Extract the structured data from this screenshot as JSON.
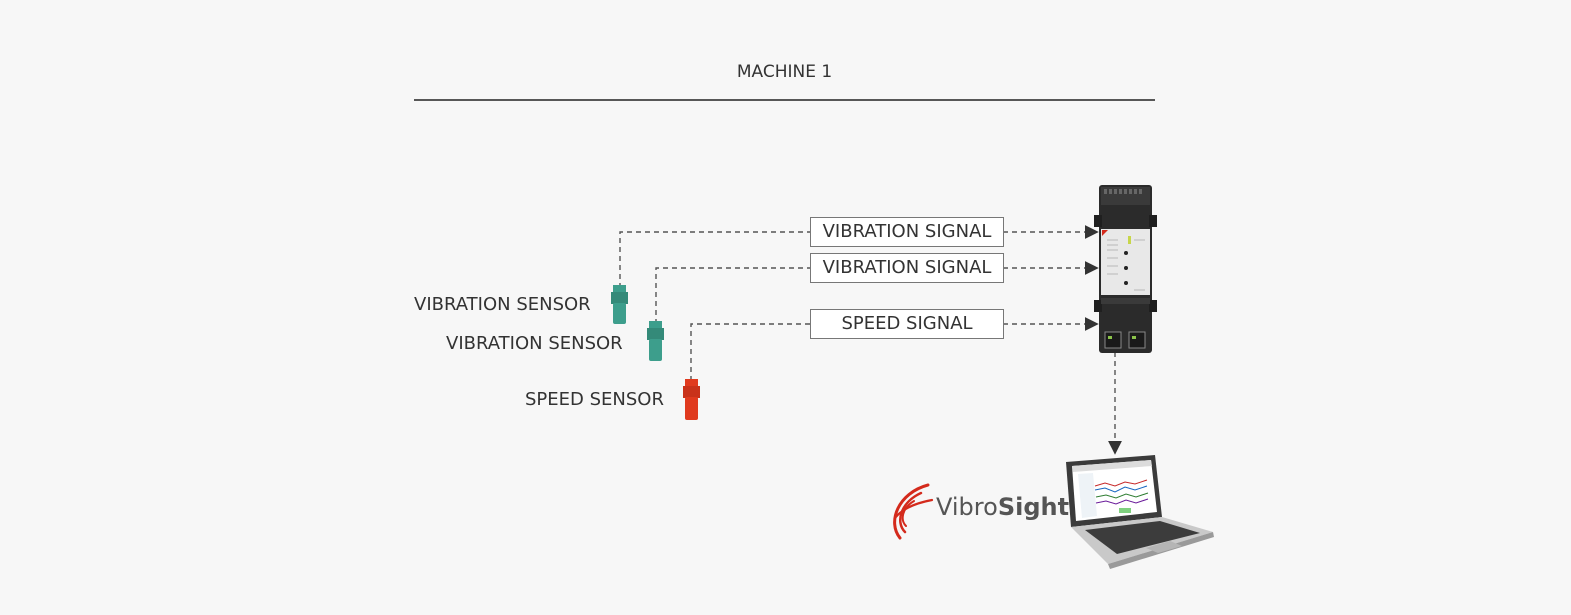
{
  "title": "MACHINE 1",
  "sensors": [
    {
      "label": "VIBRATION SENSOR",
      "color": "#3d9e8c"
    },
    {
      "label": "VIBRATION SENSOR",
      "color": "#3d9e8c"
    },
    {
      "label": "SPEED SENSOR",
      "color": "#e03a1e"
    }
  ],
  "signals": [
    {
      "label": "VIBRATION SIGNAL"
    },
    {
      "label": "VIBRATION SIGNAL"
    },
    {
      "label": "SPEED SIGNAL"
    }
  ],
  "logo": {
    "part1": "Vibro",
    "part2": "Sight",
    "color": "#d42a1c"
  }
}
